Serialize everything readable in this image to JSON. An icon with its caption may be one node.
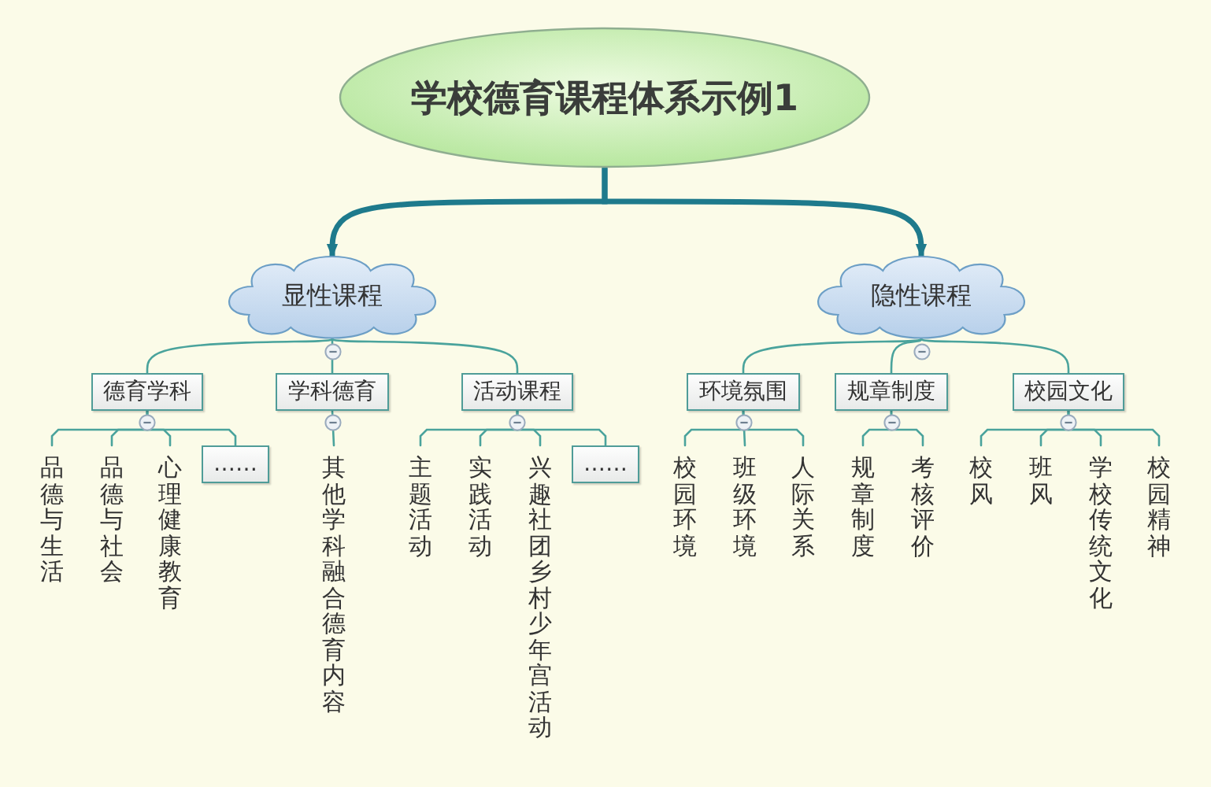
{
  "diagram": {
    "nodes": [
      {
        "text": [
          "学校德育课程体系示例1"
        ]
      },
      {
        "text": [
          "显性课程"
        ]
      },
      {
        "text": [
          "隐性课程"
        ]
      },
      {
        "text": [
          "德育学科"
        ]
      },
      {
        "text": [
          "学科德育"
        ]
      },
      {
        "text": [
          "活动课程"
        ]
      },
      {
        "text": [
          "环境氛围"
        ]
      },
      {
        "text": [
          "规章制度"
        ]
      },
      {
        "text": [
          "校园文化"
        ]
      },
      {
        "text": [
          "品德与生活"
        ]
      },
      {
        "text": [
          "品德与社会"
        ]
      },
      {
        "text": [
          "心理健康教育"
        ]
      },
      {
        "text": [
          "……"
        ]
      },
      {
        "text": [
          "其他学科融合德育内容"
        ]
      },
      {
        "text": [
          "主题活动"
        ]
      },
      {
        "text": [
          "实践活动"
        ]
      },
      {
        "text": [
          "兴趣社团乡村少年宫活动"
        ]
      },
      {
        "text": [
          "……"
        ]
      },
      {
        "text": [
          "校园环境"
        ]
      },
      {
        "text": [
          "班级环境"
        ]
      },
      {
        "text": [
          "人际关系"
        ]
      },
      {
        "text": [
          "规章制度"
        ]
      },
      {
        "text": [
          "考核评价"
        ]
      },
      {
        "text": [
          "校风"
        ]
      },
      {
        "text": [
          "班风"
        ]
      },
      {
        "text": [
          "学校传统文化"
        ]
      },
      {
        "text": [
          "校园精神"
        ]
      }
    ],
    "edges": [
      {
        "from": 0,
        "to": 1,
        "arrow": "to",
        "style": "thick",
        "color": "#1e7a8c"
      },
      {
        "from": 0,
        "to": 2,
        "arrow": "to",
        "style": "thick",
        "color": "#1e7a8c"
      },
      {
        "from": 1,
        "to": 3,
        "arrow": "none"
      },
      {
        "from": 1,
        "to": 4,
        "arrow": "none"
      },
      {
        "from": 1,
        "to": 5,
        "arrow": "none"
      },
      {
        "from": 2,
        "to": 6,
        "arrow": "none"
      },
      {
        "from": 2,
        "to": 7,
        "arrow": "none"
      },
      {
        "from": 2,
        "to": 8,
        "arrow": "none"
      },
      {
        "from": 3,
        "to": 9,
        "arrow": "none"
      },
      {
        "from": 3,
        "to": 10,
        "arrow": "none"
      },
      {
        "from": 3,
        "to": 11,
        "arrow": "none"
      },
      {
        "from": 3,
        "to": 12,
        "arrow": "none"
      },
      {
        "from": 4,
        "to": 13,
        "arrow": "none"
      },
      {
        "from": 5,
        "to": 14,
        "arrow": "none"
      },
      {
        "from": 5,
        "to": 15,
        "arrow": "none"
      },
      {
        "from": 5,
        "to": 16,
        "arrow": "none"
      },
      {
        "from": 5,
        "to": 17,
        "arrow": "none"
      },
      {
        "from": 6,
        "to": 18,
        "arrow": "none"
      },
      {
        "from": 6,
        "to": 19,
        "arrow": "none"
      },
      {
        "from": 6,
        "to": 20,
        "arrow": "none"
      },
      {
        "from": 7,
        "to": 21,
        "arrow": "none"
      },
      {
        "from": 7,
        "to": 22,
        "arrow": "none"
      },
      {
        "from": 8,
        "to": 23,
        "arrow": "none"
      },
      {
        "from": 8,
        "to": 24,
        "arrow": "none"
      },
      {
        "from": 8,
        "to": 25,
        "arrow": "none"
      },
      {
        "from": 8,
        "to": 26,
        "arrow": "none"
      }
    ]
  }
}
